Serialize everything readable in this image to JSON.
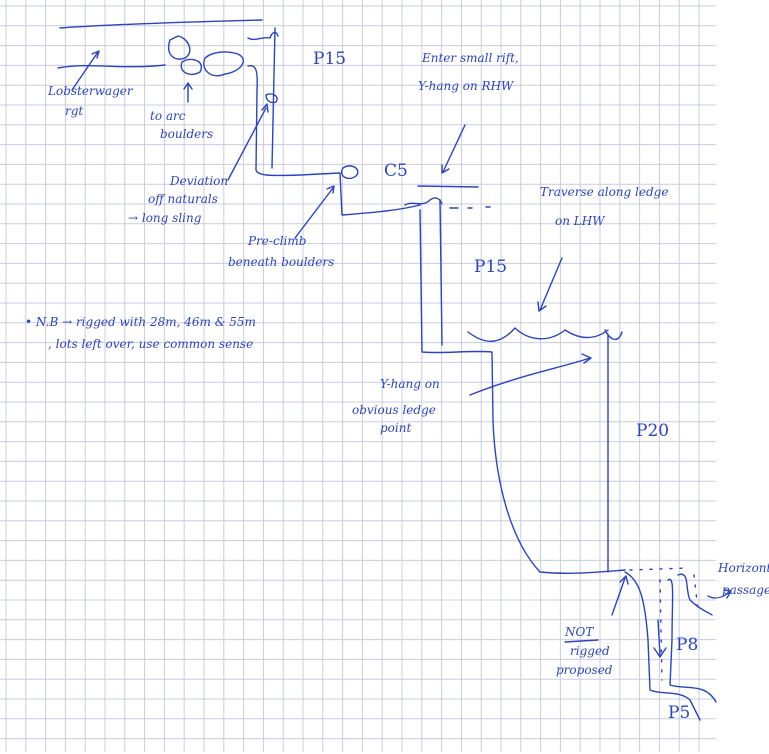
{
  "diagram": {
    "colors": {
      "ink": "#2b43c4",
      "grid": "#c9cce0",
      "paper": "#ffffff"
    },
    "labels": {
      "p15_top": "P15",
      "lobster_1": "Lobsterwager",
      "lobster_2": "rgt",
      "boulders_1": "to arc",
      "boulders_2": "boulders",
      "deviation_1": "Deviation",
      "deviation_2": "off naturals",
      "deviation_3": "→ long sling",
      "preclimb_1": "Pre-climb",
      "preclimb_2": "beneath boulders",
      "c5": "C5",
      "enter_1": "Enter small rift,",
      "enter_2": "Y-hang on RHW",
      "traverse_1": "Traverse along ledge",
      "traverse_2": "on LHW",
      "p15_mid": "P15",
      "note_1": "• N.B → rigged with 28m, 46m & 55m",
      "note_2": ", lots left over, use common sense",
      "yhang_1": "Y-hang on",
      "yhang_2": "obvious ledge",
      "yhang_3": "point",
      "p20": "P20",
      "not_1": "NOT",
      "not_2": "rigged",
      "not_3": "proposed",
      "horizontal_1": "Horizontal",
      "horizontal_2": "passage",
      "p8": "P8",
      "p5": "P5"
    }
  }
}
